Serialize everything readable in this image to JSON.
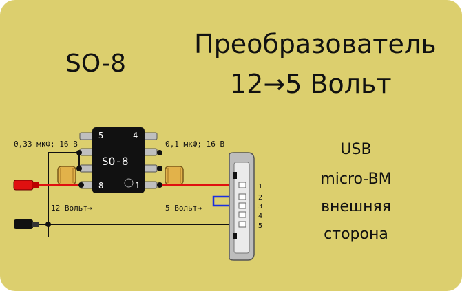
{
  "title": {
    "line1": "Преобразователь",
    "line2": "12→5 Вольт"
  },
  "package_label": "SO-8",
  "usb_caption": {
    "line1": "USB",
    "line2": "micro-BM",
    "line3": "внешняя",
    "line4": "сторона"
  },
  "chip": {
    "label": "SO-8",
    "pin5": "5",
    "pin4": "4",
    "pin8": "8",
    "pin1": "1"
  },
  "capacitors": {
    "left": "0,33 мкФ; 16 В",
    "right": "0,1 мкФ; 16 В"
  },
  "voltages": {
    "input": "12 Вольт→",
    "output": "5 Вольт→"
  },
  "usb_pins": [
    "1",
    "2",
    "3",
    "4",
    "5"
  ],
  "colors": {
    "board": "#dccf6e",
    "wire_red": "#e01010",
    "wire_blue": "#1a2ee0",
    "wire_green": "#1aa01a",
    "wire_black": "#111111",
    "chip": "#111111",
    "capacitor": "#e2b24a"
  }
}
